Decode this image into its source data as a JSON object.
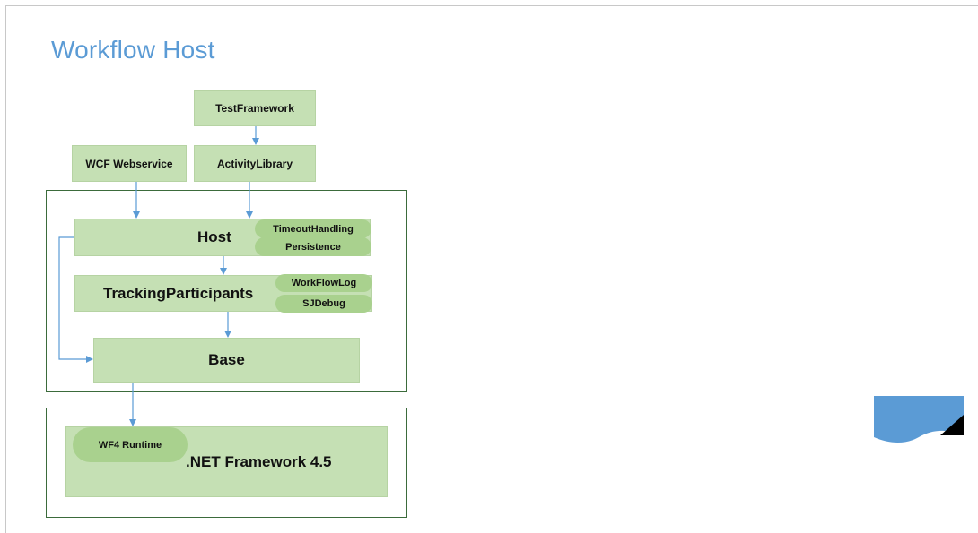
{
  "slide": {
    "title": "Workflow Host"
  },
  "diagram": {
    "nodes": {
      "test_framework": "TestFramework",
      "wcf_webservice": "WCF Webservice",
      "activity_library": "ActivityLibrary",
      "host": "Host",
      "timeout_handling": "TimeoutHandling",
      "persistence": "Persistence",
      "tracking_participants": "TrackingParticipants",
      "workflow_log": "WorkFlowLog",
      "sj_debug": "SJDebug",
      "base": "Base",
      "wf4_runtime": "WF4 Runtime",
      "net_framework": ".NET Framework 4.5"
    },
    "edges": [
      [
        "TestFramework",
        "ActivityLibrary"
      ],
      [
        "WCF Webservice",
        "Host"
      ],
      [
        "ActivityLibrary",
        "Host"
      ],
      [
        "Host",
        "TrackingParticipants"
      ],
      [
        "TrackingParticipants",
        "Base"
      ],
      [
        "Host",
        "Base"
      ],
      [
        "Base",
        ".NET Framework 4.5"
      ]
    ]
  },
  "colors": {
    "title": "#5b9bd5",
    "box_fill": "#c5e0b4",
    "pill_fill": "#a9d18e",
    "arrow": "#5b9bd5",
    "frame": "#3b6b3b",
    "shape": "#5b9bd5"
  },
  "icons": {
    "corner_shape": "document-shape-icon"
  }
}
